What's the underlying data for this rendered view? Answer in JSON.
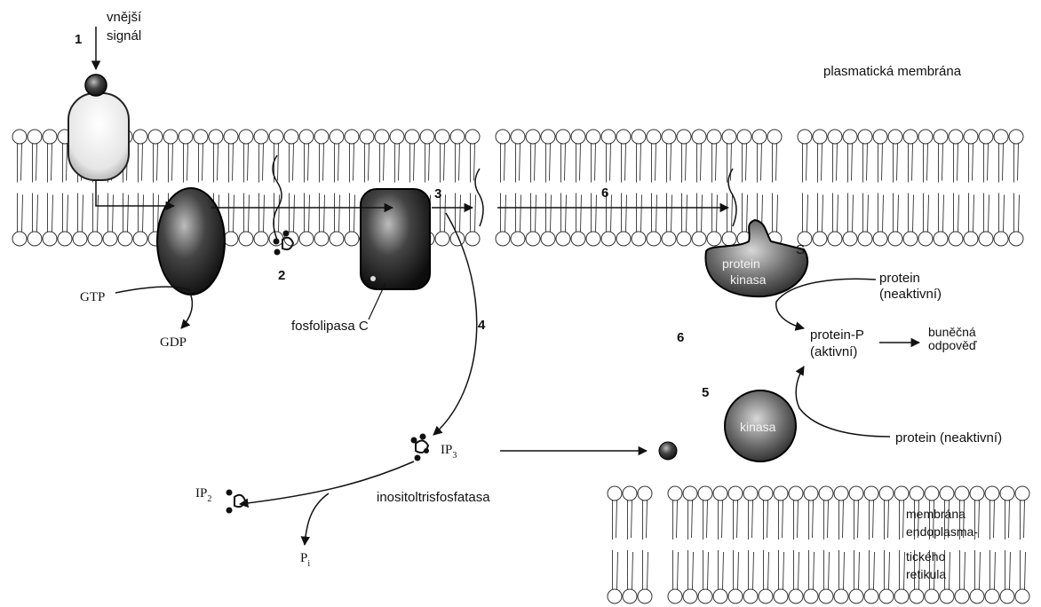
{
  "labels": {
    "step1": "1",
    "signal_line1": "vnější",
    "signal_line2": "signál",
    "plasma_membrane": "plasmatická membrána",
    "step2": "2",
    "step3": "3",
    "step4": "4",
    "step5": "5",
    "step6": "6",
    "step6_top": "6",
    "gtp": "GTP",
    "gdp": "GDP",
    "phospholipase": "fosfolipasa C",
    "ip3": "IP",
    "ip3_sub": "3",
    "ip2": "IP",
    "ip2_sub": "2",
    "pi": "P",
    "pi_sub": "i",
    "phosphatase": "inositoltrisfosfatasa",
    "pk_line1": "protein",
    "pk_line2": "kinasa",
    "pk_s": "S",
    "protein_inactive1_line1": "protein",
    "protein_inactive1_line2": "(neaktivní)",
    "protein_p_line1": "protein-P",
    "protein_p_line2": "(aktivní)",
    "response_line1": "buněčná",
    "response_line2": "odpověď",
    "kinase": "kinasa",
    "protein_inactive2": "protein (neaktivní)",
    "er_line1": "membrána",
    "er_line2": "endoplasma-",
    "er_line3": "tického",
    "er_line4": "retikula"
  },
  "colors": {
    "ink": "#111111",
    "protein_dark": "#1a1a1a",
    "protein_light": "#e8e8e8"
  }
}
